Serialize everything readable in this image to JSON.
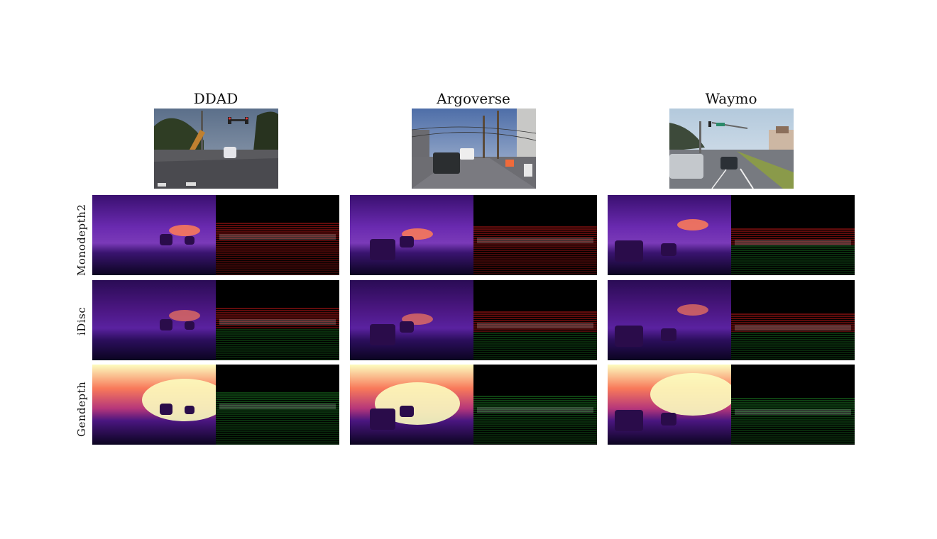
{
  "figure": {
    "columns": [
      {
        "id": "ddad",
        "title": "DDAD"
      },
      {
        "id": "argoverse",
        "title": "Argoverse"
      },
      {
        "id": "waymo",
        "title": "Waymo"
      }
    ],
    "rows": [
      {
        "id": "monodepth2",
        "label": "Monodepth2"
      },
      {
        "id": "idisc",
        "label": "iDisc"
      },
      {
        "id": "gendepth",
        "label": "Gendepth"
      }
    ],
    "panels": {
      "rgb": "rgb-scene-photo",
      "depth": "depth-map-magma",
      "error": "lidar-error-map-red-green"
    },
    "colors": {
      "magma_dark": "#0b0420",
      "magma_purple": "#4a1680",
      "magma_mid": "#b5367a",
      "magma_orange": "#f8795a",
      "magma_light": "#fcfdbf",
      "error_red": "#d11a1a",
      "error_green": "#1e8a28"
    }
  }
}
